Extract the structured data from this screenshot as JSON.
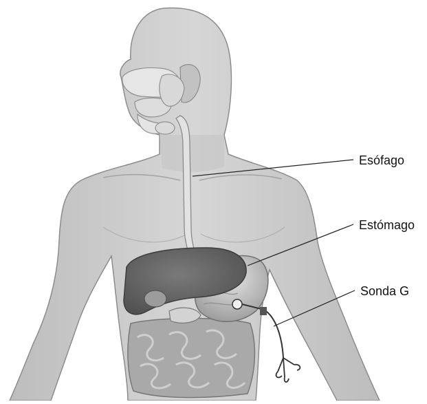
{
  "labels": {
    "esophagus": "Esófago",
    "stomach": "Estómago",
    "g_tube": "Sonda G"
  },
  "colors": {
    "background": "#ffffff",
    "body_fill": "#cfcfcf",
    "body_stroke": "#8c8c8c",
    "liver": "#6a6a6a",
    "stomach": "#b9b9b9",
    "intestine": "#a9a9a9",
    "gland": "#e4e4e4",
    "leader_line": "#222222"
  },
  "icons": {
    "figure": "human-torso-digestive-system-illustration",
    "device": "gastrostomy-tube"
  }
}
